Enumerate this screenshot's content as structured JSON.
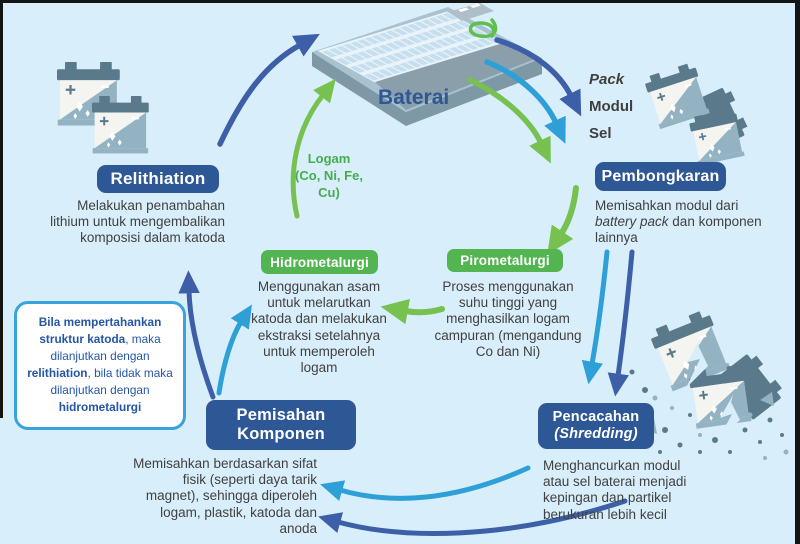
{
  "colors": {
    "background": "#d8eefa",
    "primary_blue": "#2e5796",
    "green_button": "#53b452",
    "arrow_navy": "#3c5fa7",
    "arrow_blue": "#2f9fd8",
    "arrow_green": "#76c14f",
    "text_dark": "#414141",
    "note_blue": "#2456a4",
    "note_border": "#38a3dd",
    "battery_slate": "#5a7a8b",
    "battery_steel": "#93b3c3"
  },
  "baterai_label": "Baterai",
  "labels": {
    "pack": "Pack",
    "modul": "Modul",
    "sel": "Sel",
    "logam_line1": "Logam",
    "logam_line2": "(Co, Ni, Fe,",
    "logam_line3": "Cu)"
  },
  "stages": {
    "relithiation": {
      "label": "Relithiation",
      "desc": "Melakukan penambahan lithium untuk mengembalikan komposisi dalam katoda"
    },
    "pembongkaran": {
      "label": "Pembongkaran",
      "desc_pre": "Memisahkan modul dari ",
      "desc_italic": "battery pack",
      "desc_post": " dan komponen lainnya"
    },
    "pirometalurgi": {
      "label": "Pirometalurgi",
      "desc": "Proses menggunakan suhu tinggi yang menghasilkan logam campuran (mengandung Co dan Ni)"
    },
    "hidrometalurgi": {
      "label": "Hidrometalurgi",
      "desc": "Menggunakan asam untuk melarutkan katoda dan melakukan ekstraksi setelahnya untuk memperoleh logam"
    },
    "pemisahan": {
      "label_line1": "Pemisahan",
      "label_line2": "Komponen",
      "desc": "Memisahkan berdasarkan sifat fisik (seperti daya tarik magnet), sehingga diperoleh logam, plastik, katoda dan anoda"
    },
    "pencacahan": {
      "label_line1": "Pencacahan",
      "label_line2": "(Shredding)",
      "desc": "Menghancurkan modul atau sel baterai menjadi kepingan dan partikel berukuran lebih kecil"
    }
  },
  "note": {
    "bold1": "Bila mempertahankan struktur katoda",
    "normal1": ", maka dilanjutkan dengan ",
    "bold2": "relithiation",
    "normal2": ", bila tidak maka dilanjutkan dengan ",
    "bold3": "hidrometalurgi"
  },
  "icons": [
    "battery-pack-illustration",
    "battery-icon",
    "shredded-battery-illustration",
    "cycle-arrows"
  ]
}
